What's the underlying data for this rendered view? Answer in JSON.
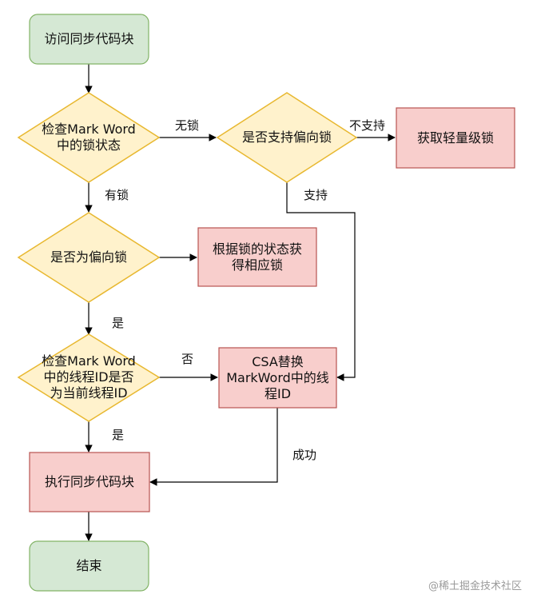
{
  "nodes": {
    "start": "访问同步代码块",
    "check_mark_word": "检查Mark Word\n中的锁状态",
    "support_biased": "是否支持偏向锁",
    "lightweight": "获取轻量级锁",
    "is_biased": "是否为偏向锁",
    "get_lock_by_state": "根据锁的状态获\n得相应锁",
    "check_thread_id": "检查Mark Word\n中的线程ID是否\n为当前线程ID",
    "cas_replace": "CSA替换\nMarkWord中的线\n程ID",
    "execute": "执行同步代码块",
    "end": "结束"
  },
  "edges": {
    "no_lock": "无锁",
    "not_supported": "不支持",
    "supported": "支持",
    "has_lock": "有锁",
    "yes_1": "是",
    "no": "否",
    "yes_2": "是",
    "success": "成功"
  },
  "watermark": "@稀土掘金技术社区",
  "colors": {
    "green_fill": "#d5e8d4",
    "green_stroke": "#82b366",
    "pink_fill": "#f8cecc",
    "pink_stroke": "#b85450",
    "diamond_fill": "#fff2cc",
    "diamond_stroke": "#e8b830",
    "line": "#000000"
  }
}
